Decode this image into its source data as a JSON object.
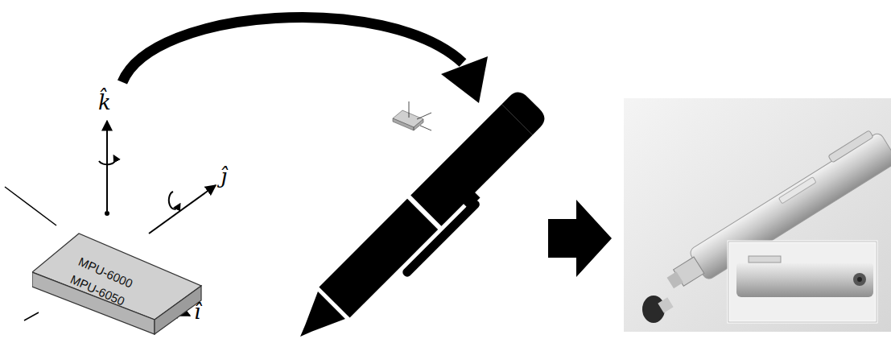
{
  "diagram": {
    "nodes": [
      {
        "text": [
          "MPU-6000",
          "MPU-6050"
        ]
      }
    ],
    "labels": [
      "k̂",
      "ĵ",
      "î"
    ]
  }
}
